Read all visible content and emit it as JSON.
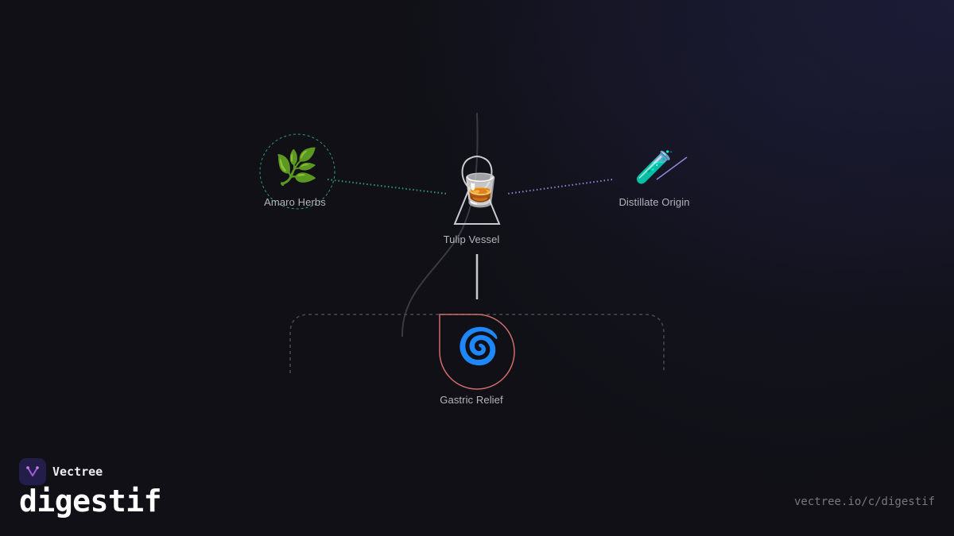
{
  "diagram": {
    "nodes": {
      "amaro": {
        "label": "Amaro Herbs",
        "icon": "herb-icon",
        "glyph": "🌿",
        "accent": "#2e9e6e"
      },
      "vessel": {
        "label": "Tulip Vessel",
        "icon": "tumbler-glass-icon",
        "glyph": "🥃",
        "accent": "#c9c9cf"
      },
      "distillate": {
        "label": "Distillate Origin",
        "icon": "test-tube-icon",
        "glyph": "🧪",
        "accent": "#8e86d6"
      },
      "relief": {
        "label": "Gastric Relief",
        "icon": "spiral-icon",
        "glyph": "🌀",
        "accent": "#d06c6c"
      }
    },
    "edges": [
      {
        "from": "amaro",
        "to": "vessel",
        "style": "dotted",
        "color": "#2e9e6e"
      },
      {
        "from": "distillate",
        "to": "vessel",
        "style": "dotted",
        "color": "#8e86d6"
      },
      {
        "from": "vessel",
        "to": "relief",
        "style": "solid",
        "color": "#c9c9cf"
      }
    ]
  },
  "brand": {
    "name": "Vectree",
    "logo_icon": "vectree-logo-icon"
  },
  "page": {
    "title": "digestif",
    "url": "vectree.io/c/digestif"
  },
  "colors": {
    "background": "#101016",
    "group_outline": "#4a4a52"
  }
}
